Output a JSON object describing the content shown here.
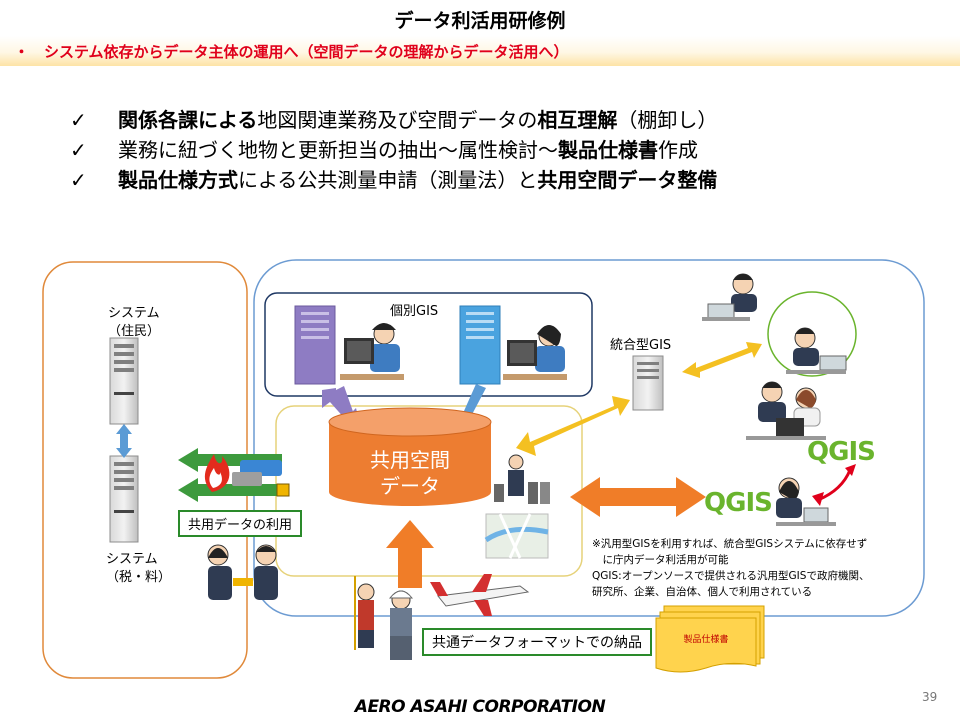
{
  "title": "データ利活用研修例",
  "subtitle": "・　システム依存からデータ主体の運用へ（空間データの理解からデータ活用へ）",
  "bullets": [
    {
      "mark": "✓",
      "parts": [
        {
          "t": "関係各課による",
          "b": true
        },
        {
          "t": "地図関連業務及び空間データの",
          "b": false
        },
        {
          "t": "相互理解",
          "b": true
        },
        {
          "t": "（棚卸し）",
          "b": false
        }
      ]
    },
    {
      "mark": "✓",
      "parts": [
        {
          "t": "業務に紐づく地物と更新担当の抽出～属性検討～",
          "b": false
        },
        {
          "t": "製品仕様書",
          "b": true
        },
        {
          "t": "作成",
          "b": false
        }
      ]
    },
    {
      "mark": "✓",
      "parts": [
        {
          "t": "製品仕様方式",
          "b": true
        },
        {
          "t": "による公共測量申請（測量法）と",
          "b": false
        },
        {
          "t": "共用空間データ整備",
          "b": true
        }
      ]
    }
  ],
  "diagram": {
    "system_jumin_1": "システム",
    "system_jumin_2": "（住民）",
    "system_zei_1": "システム",
    "system_zei_2": "（税・料）",
    "kobetsu_gis": "個別GIS",
    "togo_gis": "統合型GIS",
    "kyoyo_1": "共用空間",
    "kyoyo_2": "データ",
    "kyoyo_riyo": "共用データの利用",
    "qgis_1": "QGIS",
    "qgis_2": "QGIS",
    "note_1": "※汎用型GISを利用すれば、統合型GISシステムに依存せず",
    "note_2": "　に庁内データ利活用が可能",
    "note_3": "QGIS:オープンソースで提供される汎用型GISで政府機関、",
    "note_4": "研究所、企業、自治体、個人で利用されている",
    "nohin": "共通データフォーマットでの納品",
    "spec_doc": "製品仕様書"
  },
  "footer": {
    "logo": "AERO ASAHI CORPORATION",
    "page": "39"
  },
  "colors": {
    "accent_red": "#e0001b",
    "arrow_orange": "#f07d28",
    "arrow_yellow": "#f4c021",
    "arrow_blue": "#5b9bd5",
    "arrow_purple": "#8e7cc3",
    "arrow_green": "#3d9a3d",
    "qgis_green": "#6ab42d",
    "db_orange": "#ed7d31"
  }
}
